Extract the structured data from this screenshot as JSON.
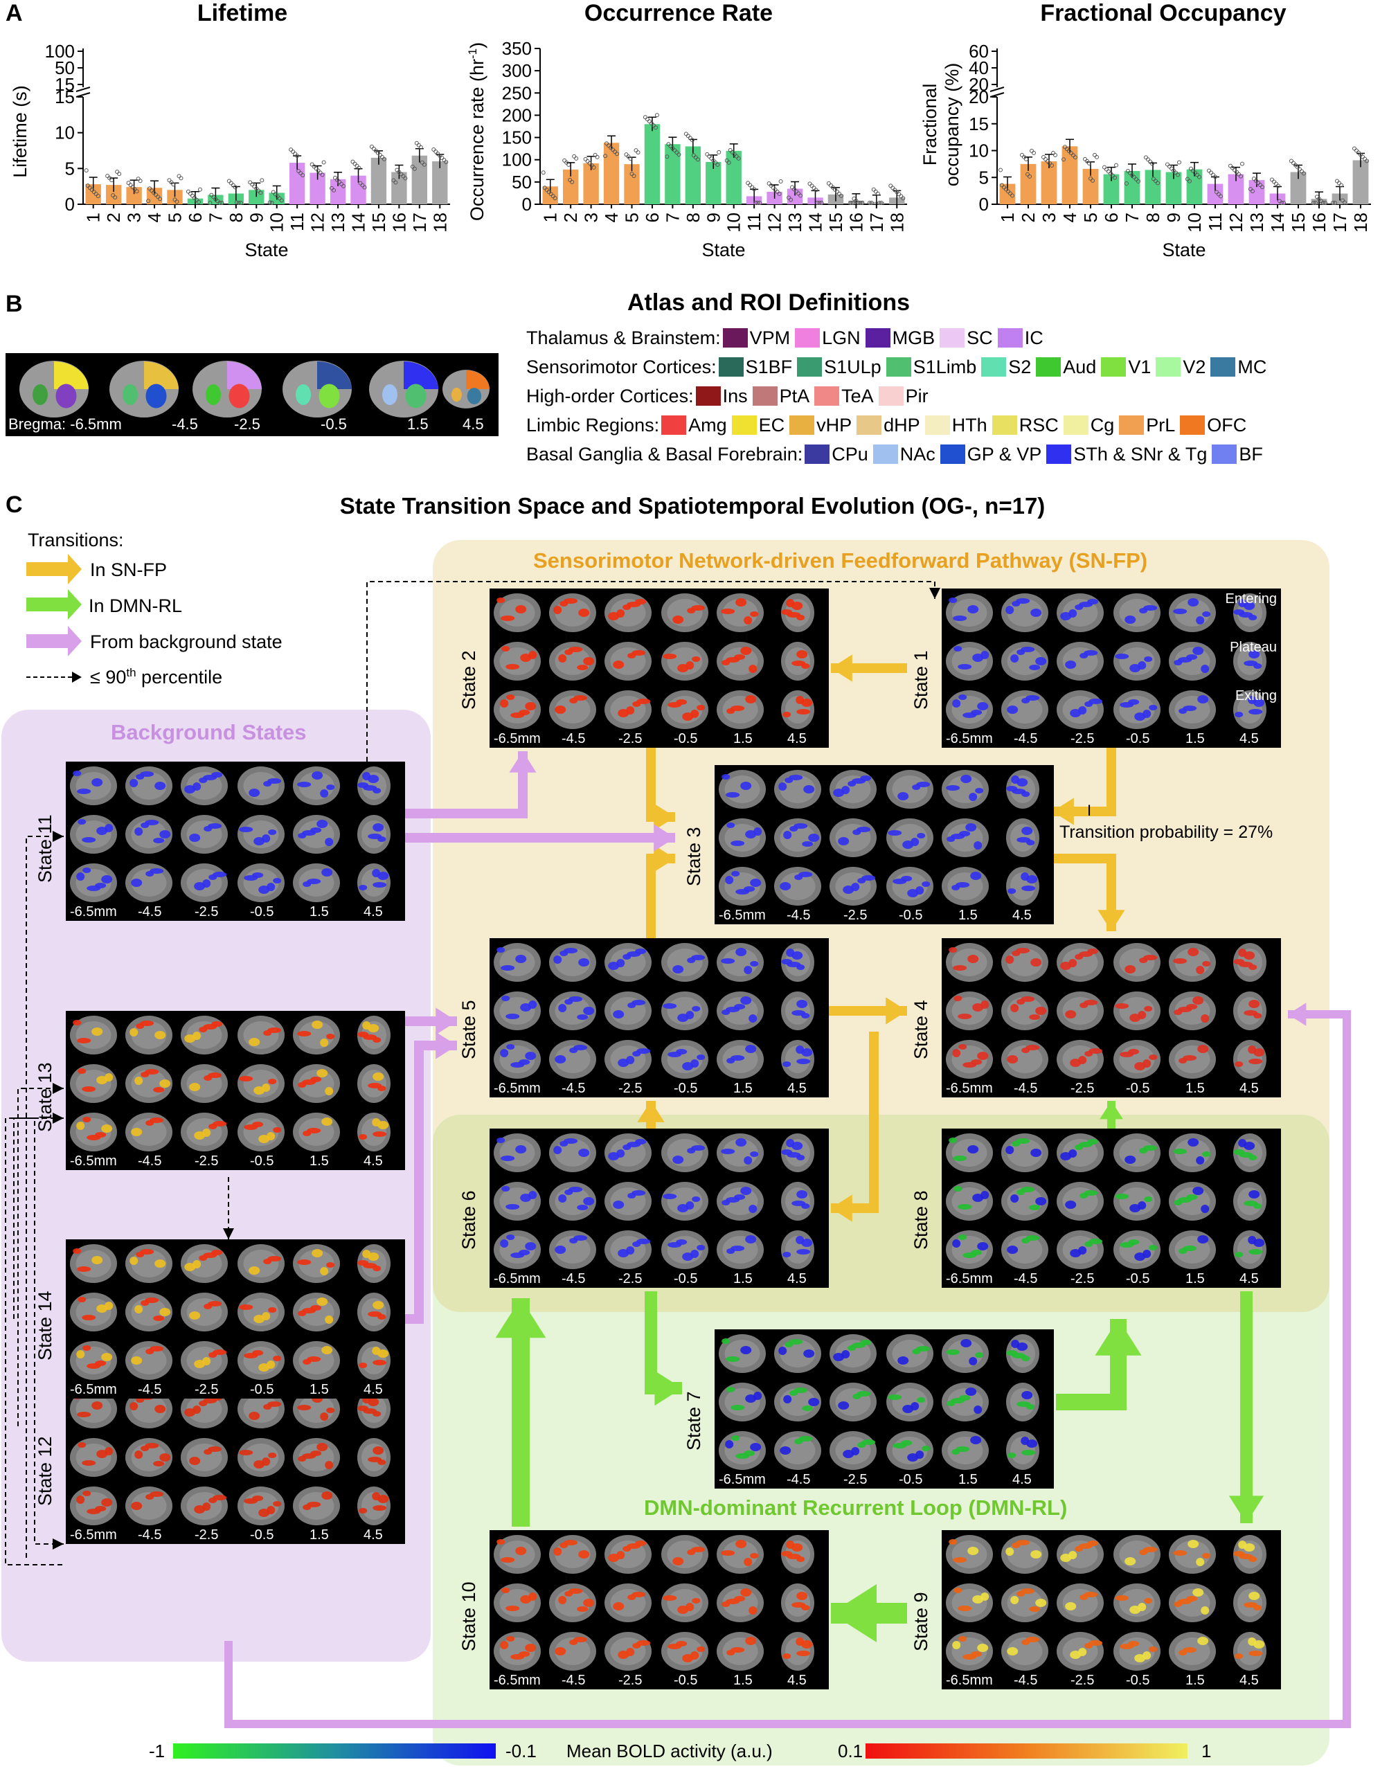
{
  "panels": {
    "a": "A",
    "b": "B",
    "c": "C"
  },
  "colors": {
    "orange": "#f0a050",
    "green": "#50d080",
    "purple": "#d890f0",
    "gray": "#a8a8a8",
    "snfp_arrow": "#f0c030",
    "dmnrl_arrow": "#80e040",
    "bg_arrow": "#d8a0e8"
  },
  "chart_data": [
    {
      "type": "bar",
      "title": "Lifetime",
      "xlabel": "State",
      "ylabel": "Lifetime (s)",
      "categories": [
        "1",
        "2",
        "3",
        "4",
        "5",
        "6",
        "7",
        "8",
        "9",
        "10",
        "11",
        "12",
        "13",
        "14",
        "15",
        "16",
        "17",
        "18"
      ],
      "values": [
        2.8,
        2.7,
        2.4,
        2.3,
        2.0,
        0.8,
        1.3,
        1.5,
        2.0,
        1.6,
        5.8,
        4.4,
        3.5,
        4.0,
        6.5,
        4.5,
        6.8,
        6.0
      ],
      "bar_colors": [
        "orange",
        "orange",
        "orange",
        "orange",
        "orange",
        "green",
        "green",
        "green",
        "green",
        "green",
        "purple",
        "purple",
        "purple",
        "purple",
        "gray",
        "gray",
        "gray",
        "gray"
      ],
      "yticks_lower": [
        "0",
        "5",
        "10",
        "15"
      ],
      "yticks_upper": [
        "15",
        "50",
        "100"
      ],
      "ylim": [
        0,
        100
      ],
      "axis_break": true
    },
    {
      "type": "bar",
      "title": "Occurrence Rate",
      "xlabel": "State",
      "ylabel": "Occurrence rate (hr",
      "ylabel_sup": "-1",
      "ylabel_end": ")",
      "categories": [
        "1",
        "2",
        "3",
        "4",
        "5",
        "6",
        "7",
        "8",
        "9",
        "10",
        "11",
        "12",
        "13",
        "14",
        "15",
        "16",
        "17",
        "18"
      ],
      "values": [
        40,
        78,
        92,
        138,
        90,
        180,
        135,
        130,
        95,
        120,
        18,
        28,
        35,
        15,
        22,
        8,
        5,
        15
      ],
      "bar_colors": [
        "orange",
        "orange",
        "orange",
        "orange",
        "orange",
        "green",
        "green",
        "green",
        "green",
        "green",
        "purple",
        "purple",
        "purple",
        "purple",
        "gray",
        "gray",
        "gray",
        "gray"
      ],
      "yticks": [
        "0",
        "50",
        "100",
        "150",
        "200",
        "250",
        "300",
        "350"
      ],
      "ylim": [
        0,
        350
      ]
    },
    {
      "type": "bar",
      "title": "Fractional Occupancy",
      "xlabel": "State",
      "ylabel": "Fractional occupancy (%)",
      "categories": [
        "1",
        "2",
        "3",
        "4",
        "5",
        "6",
        "7",
        "8",
        "9",
        "10",
        "11",
        "12",
        "13",
        "14",
        "15",
        "16",
        "17",
        "18"
      ],
      "values": [
        3.8,
        7.5,
        8.0,
        10.8,
        6.6,
        5.6,
        6.2,
        6.4,
        6.0,
        6.5,
        3.8,
        5.6,
        4.5,
        2.0,
        6.0,
        1.0,
        2.0,
        8.2
      ],
      "bar_colors": [
        "orange",
        "orange",
        "orange",
        "orange",
        "orange",
        "green",
        "green",
        "green",
        "green",
        "green",
        "purple",
        "purple",
        "purple",
        "purple",
        "gray",
        "gray",
        "gray",
        "gray"
      ],
      "yticks_lower": [
        "0",
        "5",
        "10",
        "15",
        "20"
      ],
      "yticks_upper": [
        "20",
        "40",
        "60"
      ],
      "ylim": [
        0,
        60
      ],
      "axis_break": true
    }
  ],
  "atlas": {
    "title": "Atlas and ROI Definitions",
    "bregma_labels": [
      "Bregma: -6.5mm",
      "-4.5",
      "-2.5",
      "-0.5",
      "1.5",
      "4.5"
    ],
    "rows": [
      {
        "label": "Thalamus & Brainstem:",
        "items": [
          {
            "name": "VPM",
            "color": "#6a1a5a"
          },
          {
            "name": "LGN",
            "color": "#f080e0"
          },
          {
            "name": "MGB",
            "color": "#5a20a0"
          },
          {
            "name": "SC",
            "color": "#ecc8f4"
          },
          {
            "name": "IC",
            "color": "#c080f0"
          }
        ]
      },
      {
        "label": "Sensorimotor Cortices:",
        "items": [
          {
            "name": "S1BF",
            "color": "#2a6a5a"
          },
          {
            "name": "S1ULp",
            "color": "#3a9a70"
          },
          {
            "name": "S1Limb",
            "color": "#50c070"
          },
          {
            "name": "S2",
            "color": "#60e0b0"
          },
          {
            "name": "Aud",
            "color": "#40c830"
          },
          {
            "name": "V1",
            "color": "#80e040"
          },
          {
            "name": "V2",
            "color": "#a8f8a0"
          },
          {
            "name": "MC",
            "color": "#3a7aa0"
          }
        ]
      },
      {
        "label": "High-order Cortices:",
        "items": [
          {
            "name": "Ins",
            "color": "#901818"
          },
          {
            "name": "PtA",
            "color": "#c07878"
          },
          {
            "name": "TeA",
            "color": "#f08888"
          },
          {
            "name": "Pir",
            "color": "#f8d0d0"
          }
        ]
      },
      {
        "label": "Limbic Regions:",
        "items": [
          {
            "name": "Amg",
            "color": "#f04040"
          },
          {
            "name": "EC",
            "color": "#f0e030"
          },
          {
            "name": "vHP",
            "color": "#e8b040"
          },
          {
            "name": "dHP",
            "color": "#e8c888"
          },
          {
            "name": "HTh",
            "color": "#f4eec0"
          },
          {
            "name": "RSC",
            "color": "#e8e060"
          },
          {
            "name": "Cg",
            "color": "#f0f0a0"
          },
          {
            "name": "PrL",
            "color": "#f0a050"
          },
          {
            "name": "OFC",
            "color": "#f07820"
          }
        ]
      },
      {
        "label": "Basal Ganglia & Basal Forebrain:",
        "items": [
          {
            "name": "CPu",
            "color": "#3a3aa0"
          },
          {
            "name": "NAc",
            "color": "#a0c0f0"
          },
          {
            "name": "GP & VP",
            "color": "#2050d0"
          },
          {
            "name": "STh & SNr & Tg",
            "color": "#3030f0"
          },
          {
            "name": "BF",
            "color": "#7080f0"
          }
        ]
      }
    ]
  },
  "transition": {
    "title": "State Transition Space and Spatiotemporal Evolution (OG-, n=17)",
    "legend_title": "Transitions:",
    "legend": [
      "In SN-FP",
      "In DMN-RL",
      "From background state",
      "≤ 90",
      "th",
      " percentile"
    ],
    "snfp_title": "Sensorimotor Network-driven Feedforward Pathway (SN-FP)",
    "dmnrl_title": "DMN-dominant Recurrent Loop (DMN-RL)",
    "background_title": "Background States",
    "prob_label": "Transition probability = 27%",
    "phase_labels": [
      "Entering",
      "Plateau",
      "Exiting"
    ],
    "slice_labels": [
      "-6.5mm",
      "-4.5",
      "-2.5",
      "-0.5",
      "1.5",
      "4.5"
    ],
    "states": {
      "s1": "State 1",
      "s2": "State 2",
      "s3": "State 3",
      "s4": "State 4",
      "s5": "State 5",
      "s6": "State 6",
      "s7": "State 7",
      "s8": "State 8",
      "s9": "State 9",
      "s10": "State 10",
      "s11": "State 11",
      "s12": "State 12",
      "s13": "State 13",
      "s14": "State 14"
    }
  },
  "colorbar": {
    "left_min": "-1",
    "left_max": "-0.1",
    "label": "Mean BOLD activity (a.u.)",
    "right_min": "0.1",
    "right_max": "1"
  }
}
